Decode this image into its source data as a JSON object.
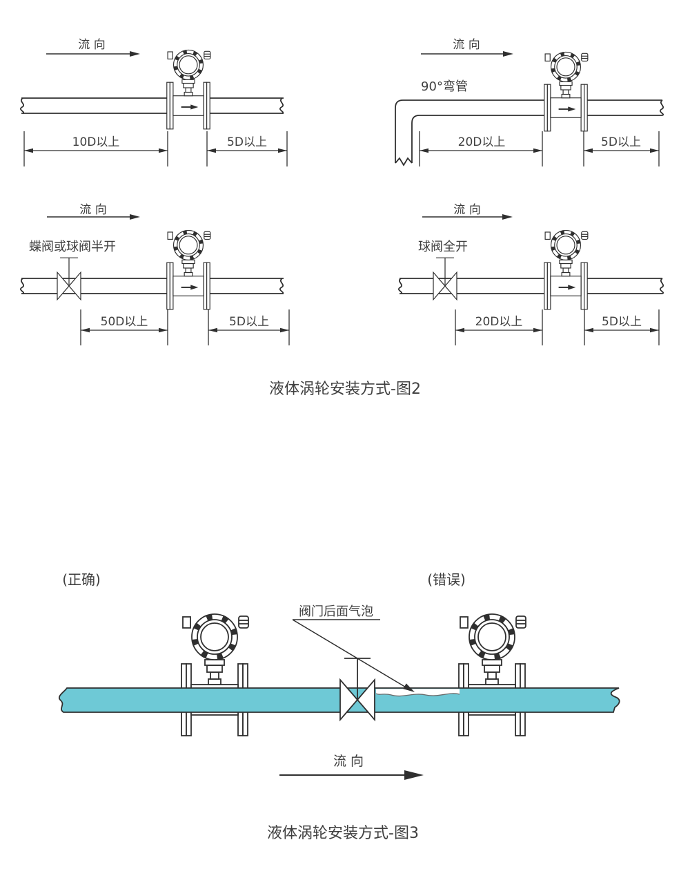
{
  "colors": {
    "liquid": "#6EC9D6",
    "line": "#2F2F2F",
    "text": "#3F3F3F"
  },
  "figure2": {
    "caption": "液体涡轮安装方式-图2",
    "flow_label": "流 向",
    "diagrams": {
      "top_left": {
        "dim_left": "10D以上",
        "dim_right": "5D以上"
      },
      "top_right": {
        "note": "90°弯管",
        "dim_left": "20D以上",
        "dim_right": "5D以上"
      },
      "bottom_left": {
        "note": "蝶阀或球阀半开",
        "dim_left": "50D以上",
        "dim_right": "5D以上"
      },
      "bottom_right": {
        "note": "球阀全开",
        "dim_left": "20D以上",
        "dim_right": "5D以上"
      }
    }
  },
  "figure3": {
    "correct_label": "(正确)",
    "wrong_label": "(错误)",
    "annotation": "阀门后面气泡",
    "flow_label": "流 向",
    "caption": "液体涡轮安装方式-图3"
  }
}
